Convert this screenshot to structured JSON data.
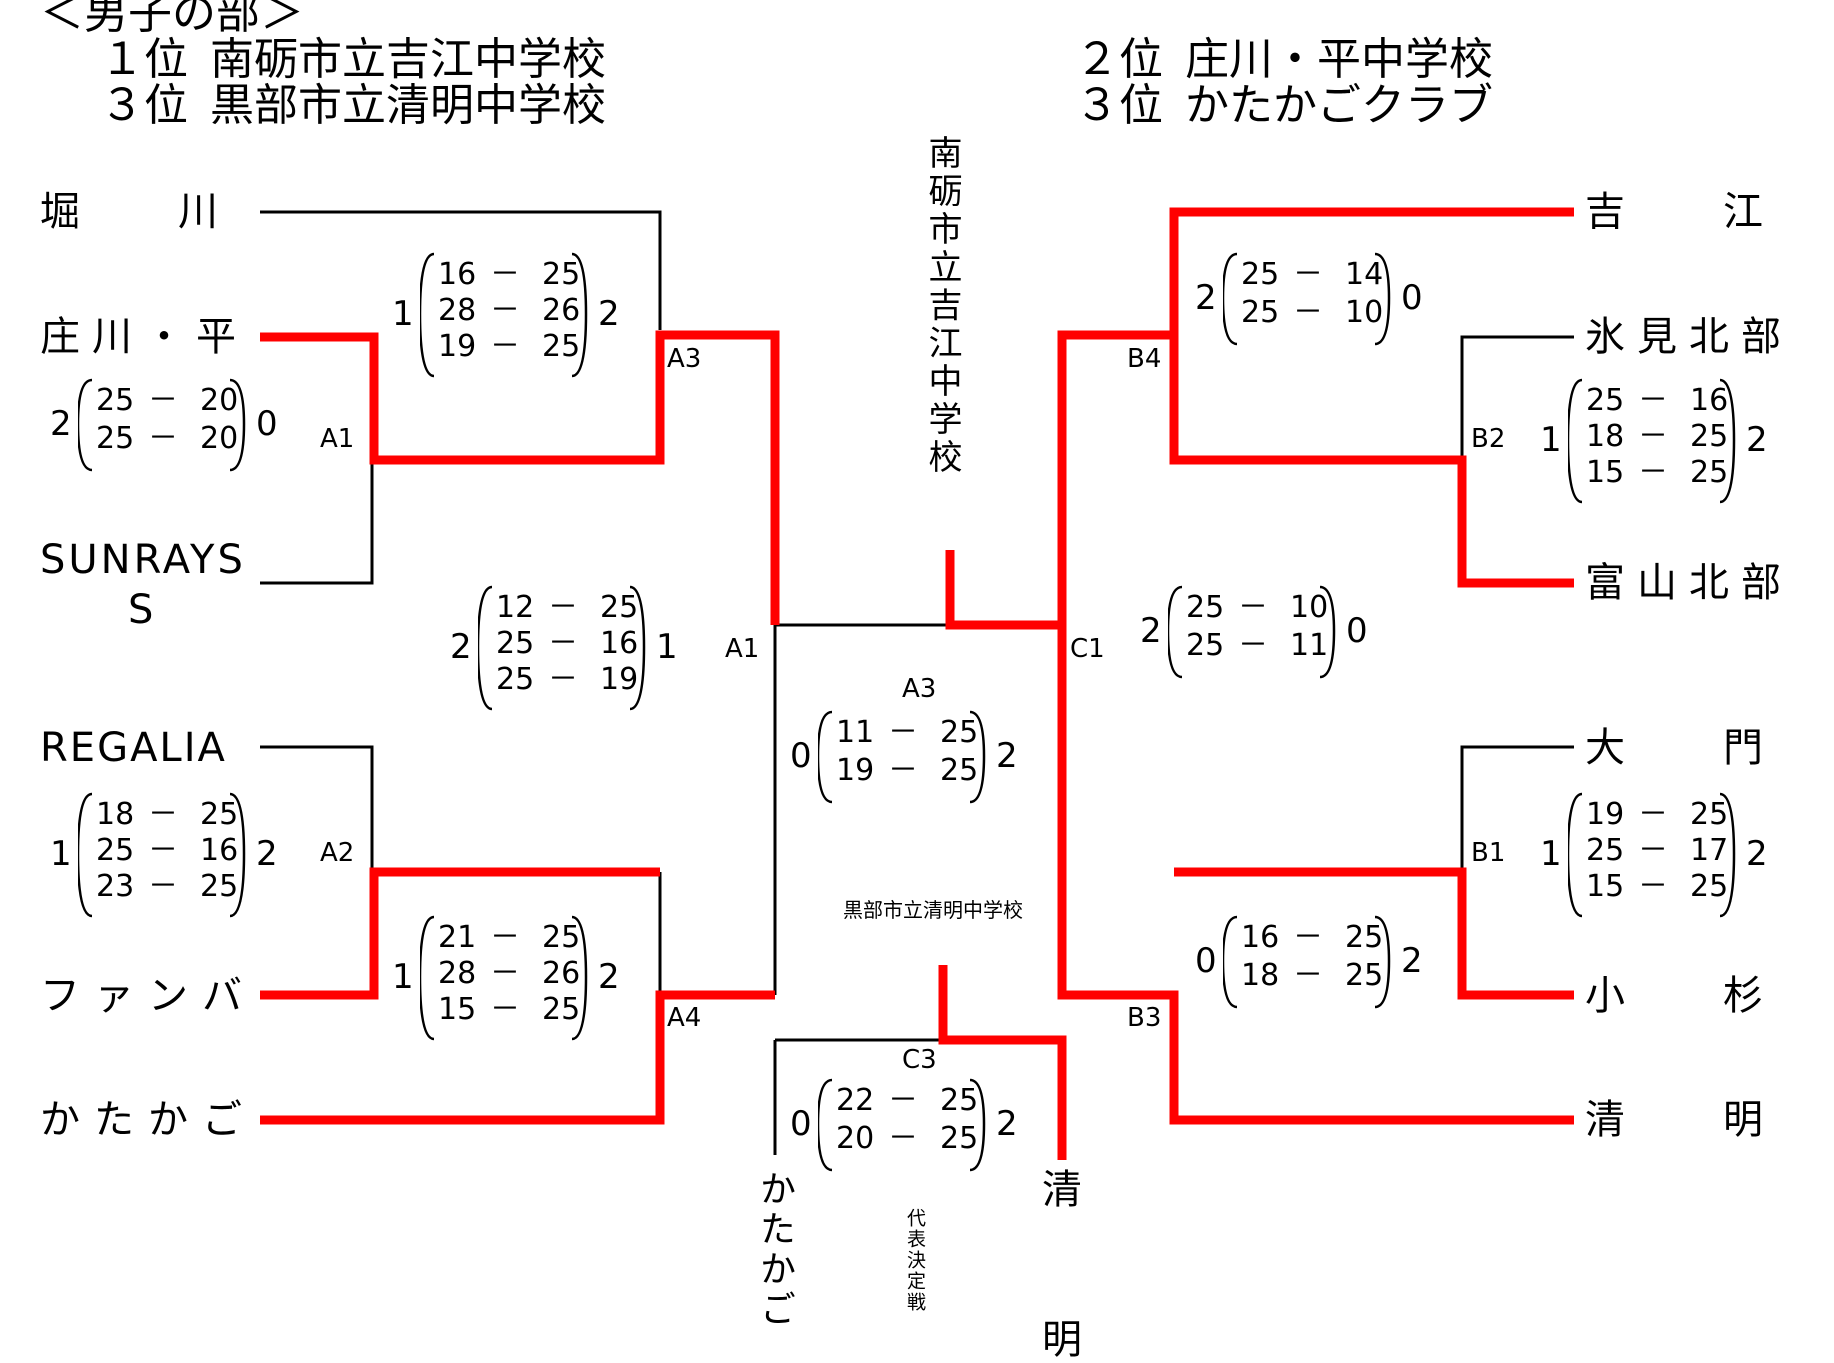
{
  "header": {
    "title": "＜男子の部＞",
    "first": "１位",
    "first_team": "南砺市立吉江中学校",
    "second": "２位",
    "second_team": "庄川・平中学校",
    "third_a": "３位",
    "third_a_team": "黒部市立清明中学校",
    "third_b": "３位",
    "third_b_team": "かたかごクラブ"
  },
  "teams_left": [
    "堀　　川",
    "庄川・平",
    "SUNRAYS",
    "REGALIA",
    "ファンバ",
    "かたかご"
  ],
  "teams_right": [
    "吉　　江",
    "氷見北部",
    "富山北部",
    "大　　門",
    "小　　杉",
    "清　　明"
  ],
  "sunrays_tail": "S",
  "champion_vertical": "南砺市立吉江中学校",
  "third_vertical_left": "かたかご",
  "third_vertical_right": "清",
  "third_vertical_right_2": "明",
  "third_place_label": "黒部市立清明中学校",
  "third_match_label": "代表決定戦",
  "matches": {
    "A1_left": {
      "code": "A1",
      "win_l": "2",
      "win_r": "0",
      "scores": [
        [
          "25",
          "20"
        ],
        [
          "25",
          "20"
        ]
      ]
    },
    "A2_left": {
      "code": "A2",
      "win_l": "1",
      "win_r": "2",
      "scores": [
        [
          "18",
          "25"
        ],
        [
          "25",
          "16"
        ],
        [
          "23",
          "25"
        ]
      ]
    },
    "A3": {
      "code": "A3",
      "win_l": "1",
      "win_r": "2",
      "scores": [
        [
          "16",
          "25"
        ],
        [
          "28",
          "26"
        ],
        [
          "19",
          "25"
        ]
      ]
    },
    "A4": {
      "code": "A4",
      "win_l": "1",
      "win_r": "2",
      "scores": [
        [
          "21",
          "25"
        ],
        [
          "28",
          "26"
        ],
        [
          "15",
          "25"
        ]
      ]
    },
    "A1_semi": {
      "code": "A1",
      "win_l": "2",
      "win_r": "1",
      "scores": [
        [
          "12",
          "25"
        ],
        [
          "25",
          "16"
        ],
        [
          "25",
          "19"
        ]
      ]
    },
    "final": {
      "code": "A3",
      "win_l": "0",
      "win_r": "2",
      "scores": [
        [
          "11",
          "25"
        ],
        [
          "19",
          "25"
        ]
      ]
    },
    "C3": {
      "code": "C3",
      "win_l": "0",
      "win_r": "2",
      "scores": [
        [
          "22",
          "25"
        ],
        [
          "20",
          "25"
        ]
      ]
    },
    "B4": {
      "code": "B4",
      "win_l": "2",
      "win_r": "0",
      "scores": [
        [
          "25",
          "14"
        ],
        [
          "25",
          "10"
        ]
      ]
    },
    "B2": {
      "code": "B2",
      "win_l": "1",
      "win_r": "2",
      "scores": [
        [
          "25",
          "16"
        ],
        [
          "18",
          "25"
        ],
        [
          "15",
          "25"
        ]
      ]
    },
    "C1": {
      "code": "C1",
      "win_l": "2",
      "win_r": "0",
      "scores": [
        [
          "25",
          "10"
        ],
        [
          "25",
          "11"
        ]
      ]
    },
    "B1": {
      "code": "B1",
      "win_l": "1",
      "win_r": "2",
      "scores": [
        [
          "19",
          "25"
        ],
        [
          "25",
          "17"
        ],
        [
          "15",
          "25"
        ]
      ]
    },
    "B3": {
      "code": "B3",
      "win_l": "0",
      "win_r": "2",
      "scores": [
        [
          "16",
          "25"
        ],
        [
          "18",
          "25"
        ]
      ]
    }
  },
  "dash": "－",
  "colors": {
    "winner_line": "#ff0000",
    "line": "#000000"
  }
}
